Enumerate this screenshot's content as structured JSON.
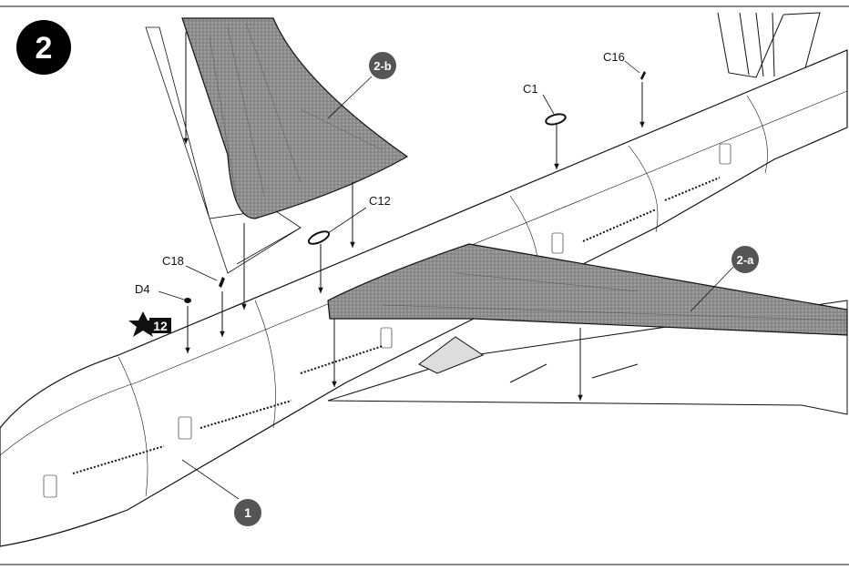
{
  "step": {
    "number": "2"
  },
  "callouts": {
    "wing_left": "2-b",
    "wing_right": "2-a",
    "fuselage": "1"
  },
  "parts": {
    "c1": "C1",
    "c16": "C16",
    "c12": "C12",
    "c18": "C18",
    "d4": "D4"
  },
  "star": {
    "number": "12"
  },
  "colors": {
    "line": "#111111",
    "wing_fill": "#8c8c8c",
    "badge": "#555555",
    "step_badge": "#000000"
  }
}
